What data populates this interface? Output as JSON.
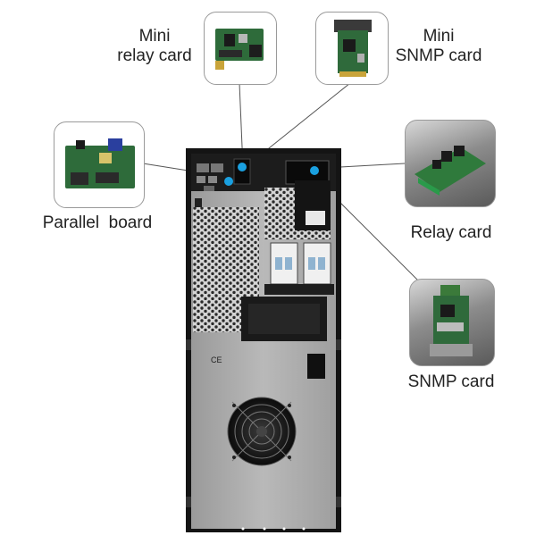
{
  "callouts": {
    "mini_relay_card": {
      "line1": "Mini",
      "line2": "relay card"
    },
    "mini_snmp_card": {
      "line1": "Mini",
      "line2": "SNMP card"
    },
    "parallel_board": {
      "label": "Parallel  board"
    },
    "relay_card": {
      "label": "Relay card"
    },
    "snmp_card": {
      "label": "SNMP card"
    }
  },
  "panel_marks": {
    "ce": "CE"
  }
}
